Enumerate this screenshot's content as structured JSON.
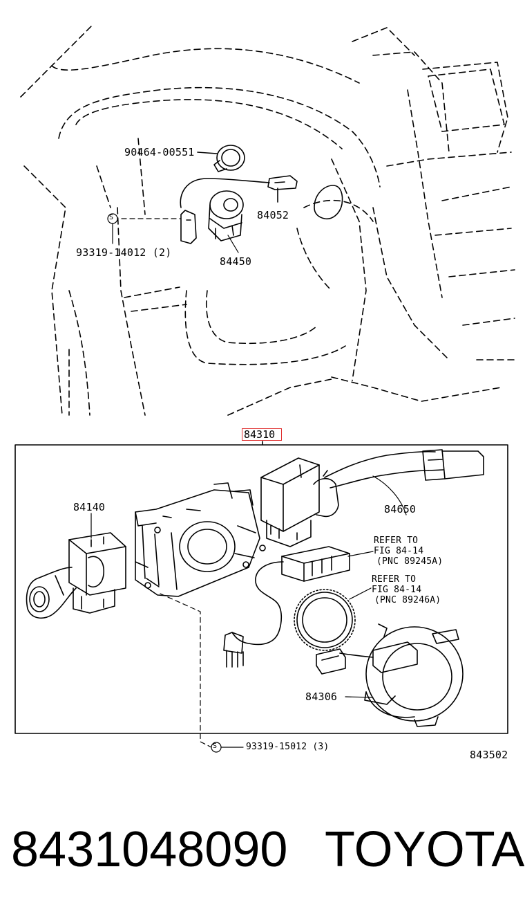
{
  "labels": {
    "p90464": "90464-00551",
    "p84052": "84052",
    "p93319a": "93319-14012 (2)",
    "p84450": "84450",
    "p84310": "84310",
    "p84140": "84140",
    "p84650": "84650",
    "refer1_l1": "REFER TO",
    "refer1_l2": "FIG 84-14",
    "refer1_l3": "(PNC 89245A)",
    "refer2_l1": "REFER TO",
    "refer2_l2": "FIG 84-14",
    "refer2_l3": "(PNC 89246A)",
    "p84306": "84306",
    "p93319b": "93319-15012 (3)",
    "fig_no": "843502",
    "s_mark": "S"
  },
  "footer": {
    "part_number": "8431048090",
    "brand": "TOYOTA"
  },
  "colors": {
    "highlight": "#e03232",
    "line": "#000000"
  }
}
